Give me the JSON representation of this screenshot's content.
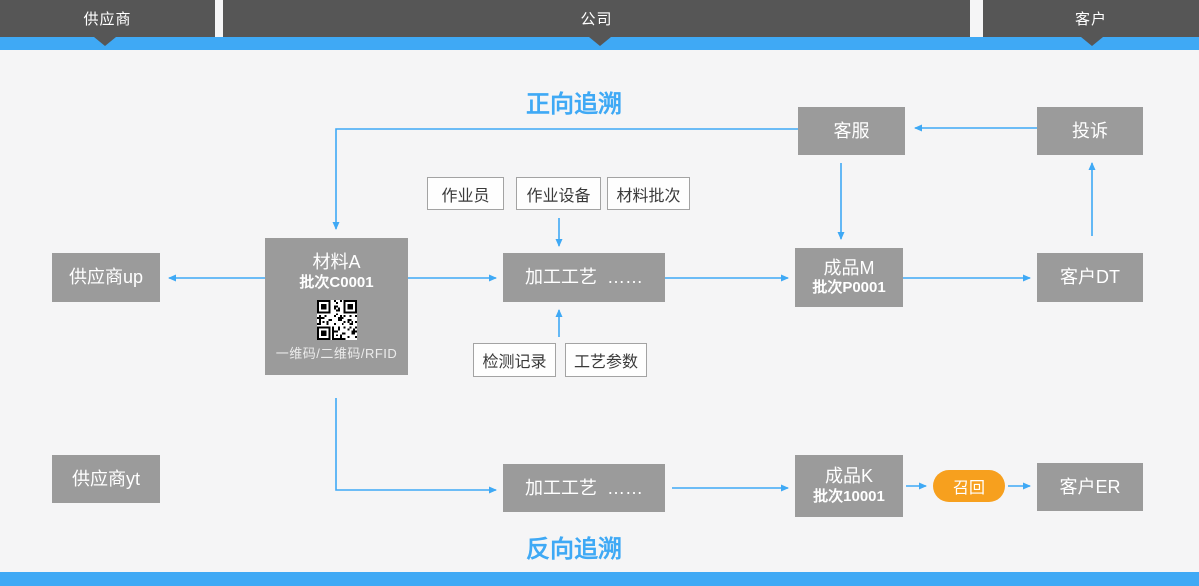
{
  "header": {
    "segments": [
      {
        "label": "供应商"
      },
      {
        "label": "公司"
      },
      {
        "label": "客户"
      }
    ]
  },
  "titles": {
    "forward": "正向追溯",
    "backward": "反向追溯"
  },
  "nodes": {
    "customer_service": "客服",
    "complaint": "投诉",
    "supplier_up": "供应商up",
    "supplier_yt": "供应商yt",
    "material_a": {
      "name": "材料A",
      "batch": "批次C0001",
      "caption": "一维码/二维码/RFID"
    },
    "process_1": "加工工艺  ……",
    "process_2": "加工工艺  ……",
    "product_m": {
      "name": "成品M",
      "batch": "批次P0001"
    },
    "product_k": {
      "name": "成品K",
      "batch": "批次10001"
    },
    "customer_dt": "客户DT",
    "customer_er": "客户ER",
    "recall": "召回"
  },
  "tags": {
    "operator": "作业员",
    "equipment": "作业设备",
    "material_batch": "材料批次",
    "inspection_record": "检测记录",
    "process_params": "工艺参数"
  },
  "colors": {
    "accent_blue": "#3FA9F5",
    "header_gray": "#565656",
    "node_gray": "#9B9B9B",
    "recall_orange": "#F7A01E",
    "background": "#F5F5F6"
  }
}
